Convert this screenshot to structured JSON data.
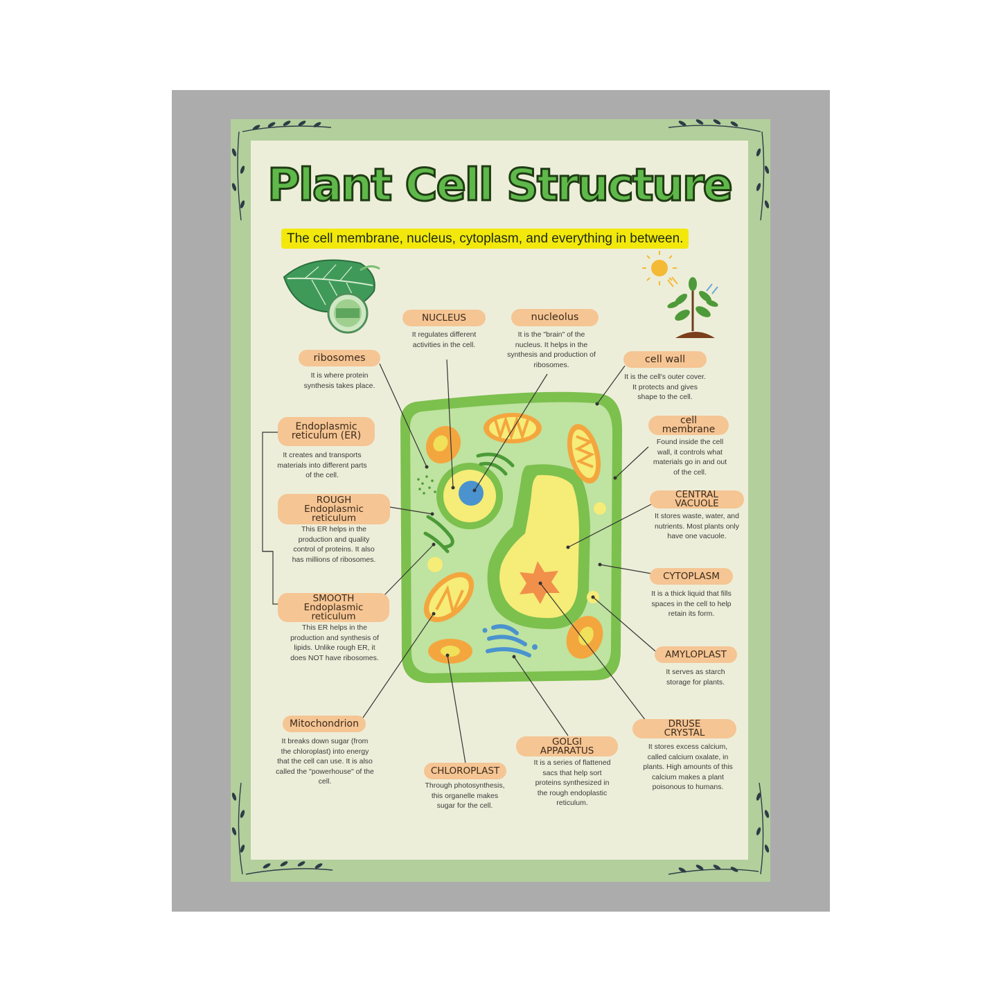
{
  "title": "Plant Cell Structure",
  "subtitle": "The cell membrane, nucleus, cytoplasm, and everything in between.",
  "colors": {
    "frame": "#acacac",
    "border": "#b2cf9c",
    "paper": "#edeed9",
    "title_fill": "#5fb84a",
    "highlight": "#f3e80c",
    "label_pill": "#f5c594",
    "cell_wall": "#7cc04e",
    "cytoplasm": "#bfe3a0"
  },
  "icons": [
    "leaf-cell-icon",
    "sun-plant-icon",
    "vine-corner-icon"
  ],
  "labels": {
    "nucleus": {
      "name": "NUCLEUS",
      "desc": "It regulates different activities in the cell."
    },
    "nucleolus": {
      "name": "nucleolus",
      "desc": "It is the \"brain\" of the nucleus. It helps in the synthesis and production of ribosomes."
    },
    "ribosomes": {
      "name": "ribosomes",
      "desc": "It is where protein synthesis takes place."
    },
    "cell_wall": {
      "name": "cell wall",
      "desc": "It is the cell's outer cover. It protects and gives shape to the cell."
    },
    "cell_membrane": {
      "name": "cell membrane",
      "desc": "Found inside the cell wall, it controls what materials go in and out of the cell."
    },
    "er": {
      "name": "Endoplasmic reticulum (ER)",
      "desc": "It creates and transports materials into different parts of the cell."
    },
    "rough_er": {
      "name": "ROUGH Endoplasmic reticulum",
      "desc": "This ER helps in the production and quality control of proteins. It also has millions of ribosomes."
    },
    "central_vacuole": {
      "name": "CENTRAL VACUOLE",
      "desc": "It stores waste, water, and nutrients. Most plants only have one vacuole."
    },
    "cytoplasm": {
      "name": "CYTOPLASM",
      "desc": "It is a thick liquid that fills spaces in the cell to help retain its form."
    },
    "smooth_er": {
      "name": "SMOOTH Endoplasmic reticulum",
      "desc": "This ER helps in the production and synthesis of lipids. Unlike rough ER, it does NOT have ribosomes."
    },
    "amyloplast": {
      "name": "AMYLOPLAST",
      "desc": "It serves as starch storage for plants."
    },
    "mitochondrion": {
      "name": "Mitochondrion",
      "desc": "It breaks down sugar (from the chloroplast) into energy that the cell can use. It is also called the \"powerhouse\" of the cell."
    },
    "druse_crystal": {
      "name": "DRUSE CRYSTAL",
      "desc": "It stores excess calcium, called calcium oxalate, in plants. High amounts of this calcium makes a plant poisonous to humans."
    },
    "golgi": {
      "name": "GOLGI APPARATUS",
      "desc": "It is a series of flattened sacs that help sort proteins synthesized in the rough endoplastic reticulum."
    },
    "chloroplast": {
      "name": "CHLOROPLAST",
      "desc": "Through photosynthesis, this organelle makes sugar for the cell."
    }
  }
}
